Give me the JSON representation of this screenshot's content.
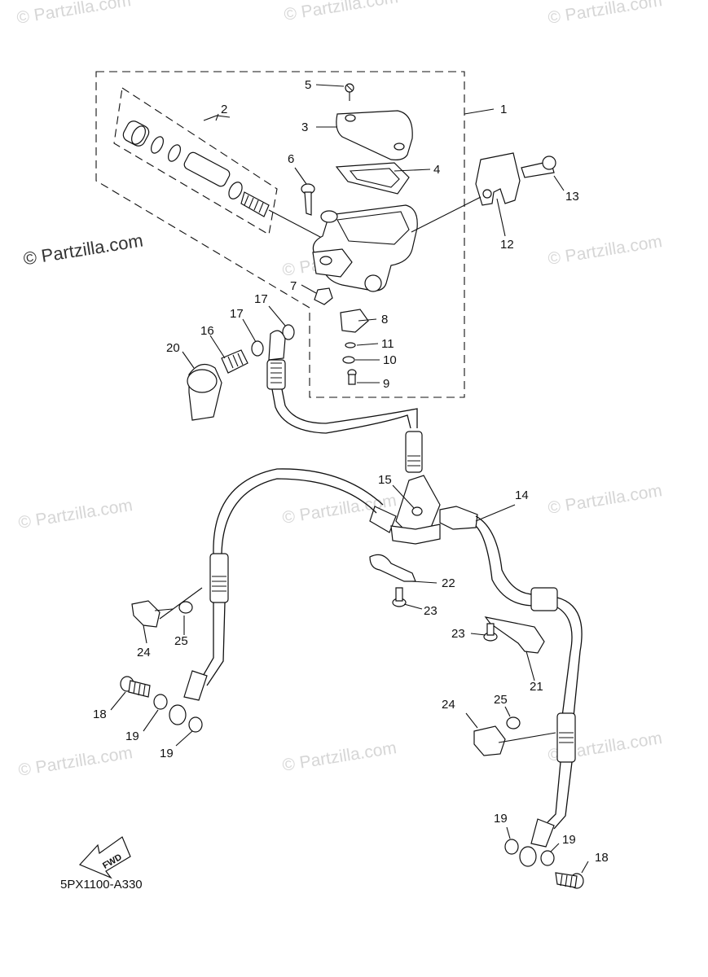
{
  "watermarks": {
    "text": "© Partzilla.com",
    "labeled": "© Partzilla.com"
  },
  "diagram_code": "5PX1100-A330",
  "fwd_label": "FWD",
  "callouts": [
    "1",
    "2",
    "3",
    "4",
    "5",
    "6",
    "7",
    "8",
    "9",
    "10",
    "11",
    "12",
    "13",
    "14",
    "15",
    "16",
    "17",
    "17",
    "18",
    "18",
    "19",
    "19",
    "19",
    "19",
    "20",
    "21",
    "22",
    "23",
    "23",
    "24",
    "24",
    "25",
    "25"
  ]
}
